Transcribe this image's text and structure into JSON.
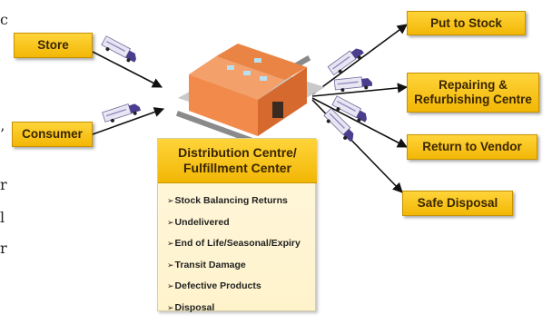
{
  "edge_fragments": [
    "c",
    "’",
    "r",
    "l",
    "r"
  ],
  "sources": {
    "store": "Store",
    "consumer": "Consumer"
  },
  "center": {
    "title_line1": "Distribution Centre/",
    "title_line2": "Fulfillment Center",
    "reasons": [
      "Stock Balancing Returns",
      "Undelivered",
      "End of Life/Seasonal/Expiry",
      "Transit Damage",
      "Defective Products",
      "Disposal"
    ]
  },
  "destinations": {
    "put_to_stock": "Put to Stock",
    "repairing_line1": "Repairing &",
    "repairing_line2": "Refurbishing Centre",
    "return_to_vendor": "Return to Vendor",
    "safe_disposal": "Safe Disposal"
  },
  "colors": {
    "box_fill": "#f2b705",
    "panel_fill": "#fff3cc",
    "warehouse": "#e8783a",
    "truck_cab": "#4b3e8f"
  }
}
